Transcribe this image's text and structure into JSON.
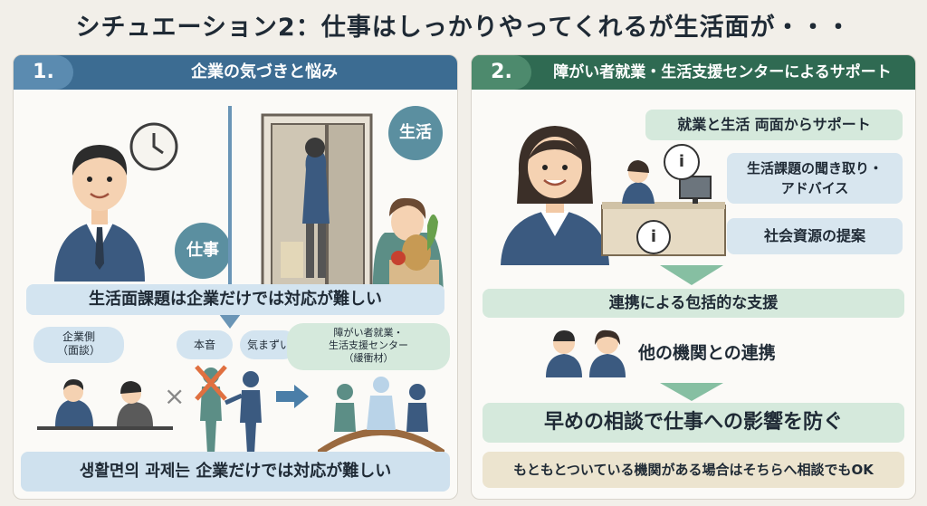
{
  "title": "シチュエーション2：仕事はしっかりやってくれるが生活面が・・・",
  "left_panel": {
    "number": "1.",
    "heading": "企業の気づきと悩み",
    "work_bubble": "仕事",
    "life_bubble": "生活",
    "company_label": "企業",
    "problem_bar": "生活面課題は企業だけでは対応が難しい",
    "company_side_pill": "企業側\n（面談）",
    "honne_pill": "本音",
    "kimazui_pill": "気まずい",
    "center_pill": "障がい者就業・\n生活支援センター\n（緩衝材）",
    "footer": "생활면의 과제는 企業だけでは対応が難しい"
  },
  "right_panel": {
    "number": "2.",
    "heading": "障がい者就業・生活支援センターによるサポート",
    "support_items": [
      "就業と生活 両面からサポート",
      "生活課題の聞き取り・\nアドバイス",
      "社会資源の提案"
    ],
    "info_icon_text": "i",
    "collab_bar": "連携による包括的な支援",
    "other_org": "他の機関との連携",
    "prevent_bar": "早めの相談で仕事への影響を防ぐ",
    "footer": "もともとついている機関がある場合はそちらへ相談でもOK"
  },
  "colors": {
    "left_header": "#3c6c92",
    "right_header": "#2f6a52",
    "blue_bar": "#d3e4f0",
    "green_bar": "#d5e9dc",
    "footer_right": "#ece4cf"
  }
}
